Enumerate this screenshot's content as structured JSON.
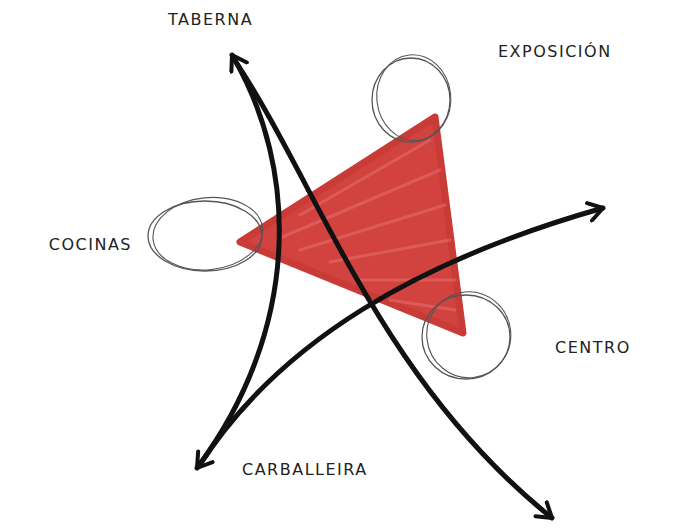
{
  "diagram": {
    "nodes": [
      {
        "text": [
          "EXPOSICIÓN"
        ]
      },
      {
        "text": [
          "COCINAS"
        ]
      },
      {
        "text": [
          "CENTRO"
        ]
      }
    ],
    "labels": [
      "TABERNA",
      "CARBALLEIRA"
    ]
  }
}
